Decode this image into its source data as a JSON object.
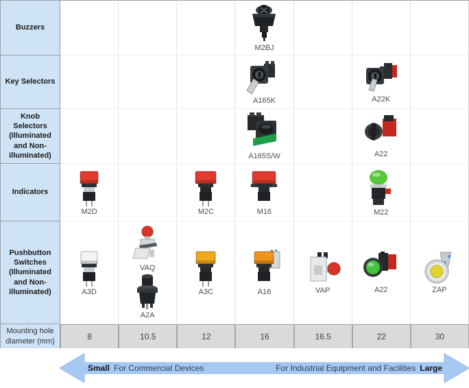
{
  "header_column": {
    "diameter_label": "Mounting hole diameter (mm)"
  },
  "rows": [
    {
      "category": "Buzzers",
      "cells": [
        [],
        [],
        [],
        [
          "m2bj"
        ],
        [],
        [],
        []
      ]
    },
    {
      "category": "Key Selectors",
      "cells": [
        [],
        [],
        [],
        [
          "a165k"
        ],
        [],
        [
          "a22k"
        ],
        []
      ]
    },
    {
      "category": "Knob Selectors (Illuminated and Non-illuminated)",
      "cells": [
        [],
        [],
        [],
        [
          "a165sw"
        ],
        [],
        [
          "a22_knob"
        ],
        []
      ]
    },
    {
      "category": "Indicators",
      "cells": [
        [
          "m2d"
        ],
        [],
        [
          "m2c"
        ],
        [
          "m16"
        ],
        [],
        [
          "m22"
        ],
        []
      ]
    },
    {
      "category": "Pushbutton Switches (Illuminated and Non-illuminated)",
      "cells": [
        [
          "a3d"
        ],
        [
          "vaq",
          "a2a"
        ],
        [
          "a3c"
        ],
        [
          "a16"
        ],
        [
          "vap"
        ],
        [
          "a22_push"
        ],
        [
          "zap"
        ]
      ]
    }
  ],
  "diameters": [
    "8",
    "10.5",
    "12",
    "16",
    "16.5",
    "22",
    "30"
  ],
  "products": {
    "m2bj": {
      "model": "M2BJ",
      "body_color": "#1f2224"
    },
    "a165k": {
      "model": "A165K",
      "key_color": "#c9ced3"
    },
    "a22k": {
      "model": "A22K",
      "key_color": "#c9ced3",
      "accent_color": "#c4281e"
    },
    "a165sw": {
      "model": "A165S/W",
      "accent_color": "#1e9e46"
    },
    "a22_knob": {
      "model": "A22",
      "accent_color": "#c4281e"
    },
    "m2d": {
      "model": "M2D",
      "cap_color": "#e23b2e"
    },
    "m2c": {
      "model": "M2C",
      "cap_color": "#e23b2e"
    },
    "m16": {
      "model": "M16",
      "cap_color": "#e23b2e"
    },
    "m22": {
      "model": "M22",
      "cap_color": "#56c83a",
      "accent_color": "#d02c1e"
    },
    "a3d": {
      "model": "A3D",
      "cap_color": "#f4f4f4"
    },
    "vaq": {
      "model": "VAQ",
      "cap_color": "#d8352a"
    },
    "a2a": {
      "model": "A2A",
      "cap_color": "#1f2124"
    },
    "a3c": {
      "model": "A3C",
      "cap_color": "#f0a81c"
    },
    "a16": {
      "model": "A16",
      "cap_color": "#f0941c"
    },
    "vap": {
      "model": "VAP",
      "cap_color": "#d8352a"
    },
    "a22_push": {
      "model": "A22",
      "cap_color": "#3fc43a",
      "accent_color": "#c4281e"
    },
    "zap": {
      "model": "ZAP",
      "cap_color": "#e0d52e"
    }
  },
  "footer_arrow": {
    "small_bold": "Small",
    "small_text": "For Commercial Devices",
    "large_text": "For Industrial Equipment and Facilities",
    "large_bold": "Large",
    "arrow_color": "#a6c9f4"
  },
  "colors": {
    "header_bg": "#cfe3f6",
    "diameter_bg": "#dadada",
    "grid_line": "#9aa0a5"
  }
}
